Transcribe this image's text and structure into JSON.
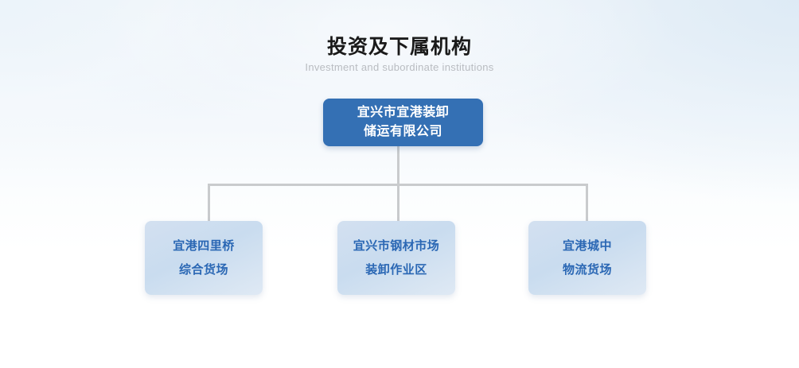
{
  "page": {
    "title_cn": "投资及下属机构",
    "title_en": "Investment and subordinate institutions",
    "background_top_color": "#e9f1f8",
    "background_bottom_color": "#ffffff"
  },
  "chart_data": {
    "type": "diagram",
    "diagram_kind": "organization-chart",
    "title": "投资及下属机构",
    "subtitle": "Investment and subordinate institutions",
    "orientation": "top-down",
    "levels": 2,
    "root": {
      "id": "root",
      "line1": "宜兴市宜港装卸",
      "line2": "储运有限公司",
      "fill_color": "#3470b4",
      "text_color": "#ffffff"
    },
    "children": [
      {
        "id": "child-1",
        "line1": "宜港四里桥",
        "line2": "综合货场",
        "fill_color": "#cddef0",
        "text_color": "#2a67b4"
      },
      {
        "id": "child-2",
        "line1": "宜兴市钢材市场",
        "line2": "装卸作业区",
        "fill_color": "#cddef0",
        "text_color": "#2a67b4"
      },
      {
        "id": "child-3",
        "line1": "宜港城中",
        "line2": "物流货场",
        "fill_color": "#cddef0",
        "text_color": "#2a67b4"
      }
    ],
    "connector_color": "#c9cbcd"
  }
}
